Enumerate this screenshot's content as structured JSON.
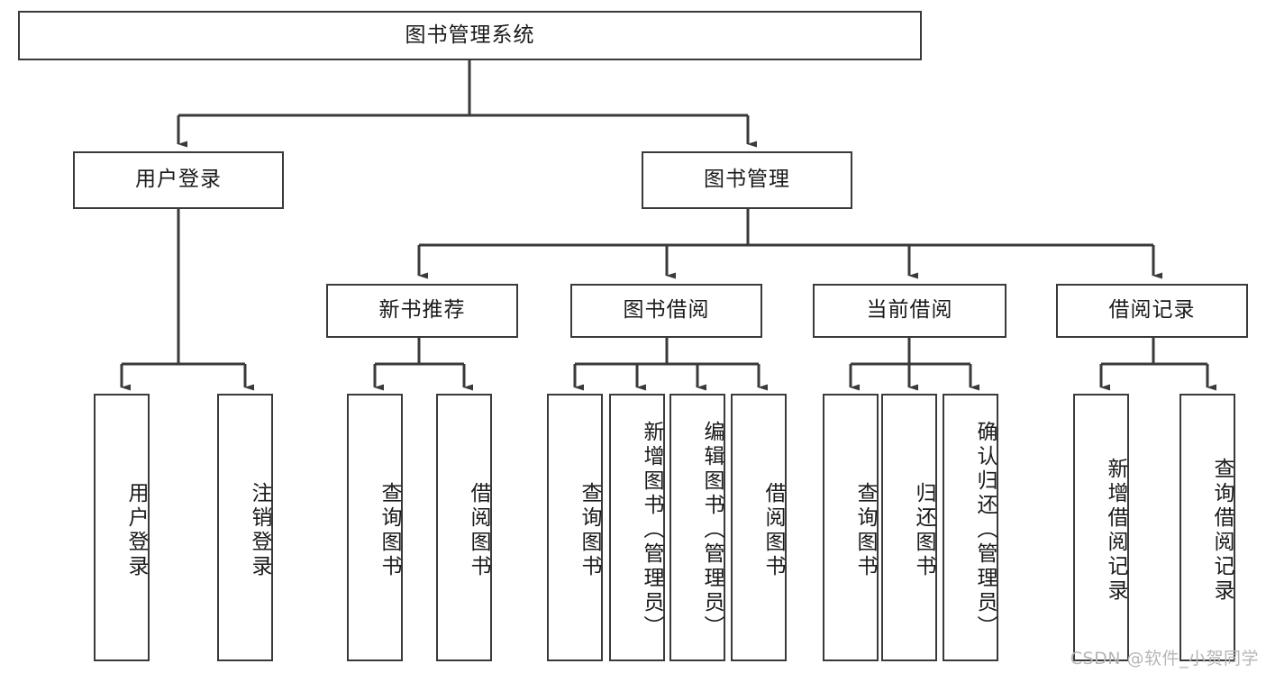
{
  "diagram": {
    "type": "tree",
    "title": "图书管理系统",
    "watermark": "CSDN @软件_小贺同学",
    "colors": {
      "box_border": "#3a3a3a",
      "box_fill": "#ffffff",
      "edge": "#3a3a3a",
      "text": "#1a1a1a",
      "watermark": "#b6b6b6"
    },
    "nodes": {
      "root": {
        "label": "图书管理系统",
        "level": 0,
        "orientation": "horizontal"
      },
      "l1": [
        {
          "id": "user_login",
          "label": "用户登录",
          "orientation": "horizontal"
        },
        {
          "id": "book_mgmt",
          "label": "图书管理",
          "orientation": "horizontal"
        }
      ],
      "l2": [
        {
          "id": "new_book_rec",
          "label": "新书推荐",
          "orientation": "horizontal"
        },
        {
          "id": "book_borrow",
          "label": "图书借阅",
          "orientation": "horizontal"
        },
        {
          "id": "current_borrow",
          "label": "当前借阅",
          "orientation": "horizontal"
        },
        {
          "id": "borrow_record",
          "label": "借阅记录",
          "orientation": "horizontal"
        }
      ],
      "leaves": {
        "user_login": [
          {
            "id": "leaf_user_login",
            "label": "用户登录",
            "orientation": "vertical"
          },
          {
            "id": "leaf_logout_login",
            "label": "注销登录",
            "orientation": "vertical"
          }
        ],
        "new_book_rec": [
          {
            "id": "leaf_query_book_1",
            "label": "查询图书",
            "orientation": "vertical"
          },
          {
            "id": "leaf_borrow_book_1",
            "label": "借阅图书",
            "orientation": "vertical"
          }
        ],
        "book_borrow": [
          {
            "id": "leaf_query_book_2",
            "label": "查询图书",
            "orientation": "vertical"
          },
          {
            "id": "leaf_add_book",
            "label": "新增图书（管理员）",
            "orientation": "vertical"
          },
          {
            "id": "leaf_edit_book",
            "label": "编辑图书（管理员）",
            "orientation": "vertical"
          },
          {
            "id": "leaf_borrow_book_2",
            "label": "借阅图书",
            "orientation": "vertical"
          }
        ],
        "current_borrow": [
          {
            "id": "leaf_query_book_3",
            "label": "查询图书",
            "orientation": "vertical"
          },
          {
            "id": "leaf_return_book",
            "label": "归还图书",
            "orientation": "vertical"
          },
          {
            "id": "leaf_confirm_return",
            "label": "确认归还（管理员）",
            "orientation": "vertical"
          }
        ],
        "borrow_record": [
          {
            "id": "leaf_add_record",
            "label": "新增借阅记录",
            "orientation": "vertical"
          },
          {
            "id": "leaf_query_record",
            "label": "查询借阅记录",
            "orientation": "vertical"
          }
        ]
      }
    }
  }
}
